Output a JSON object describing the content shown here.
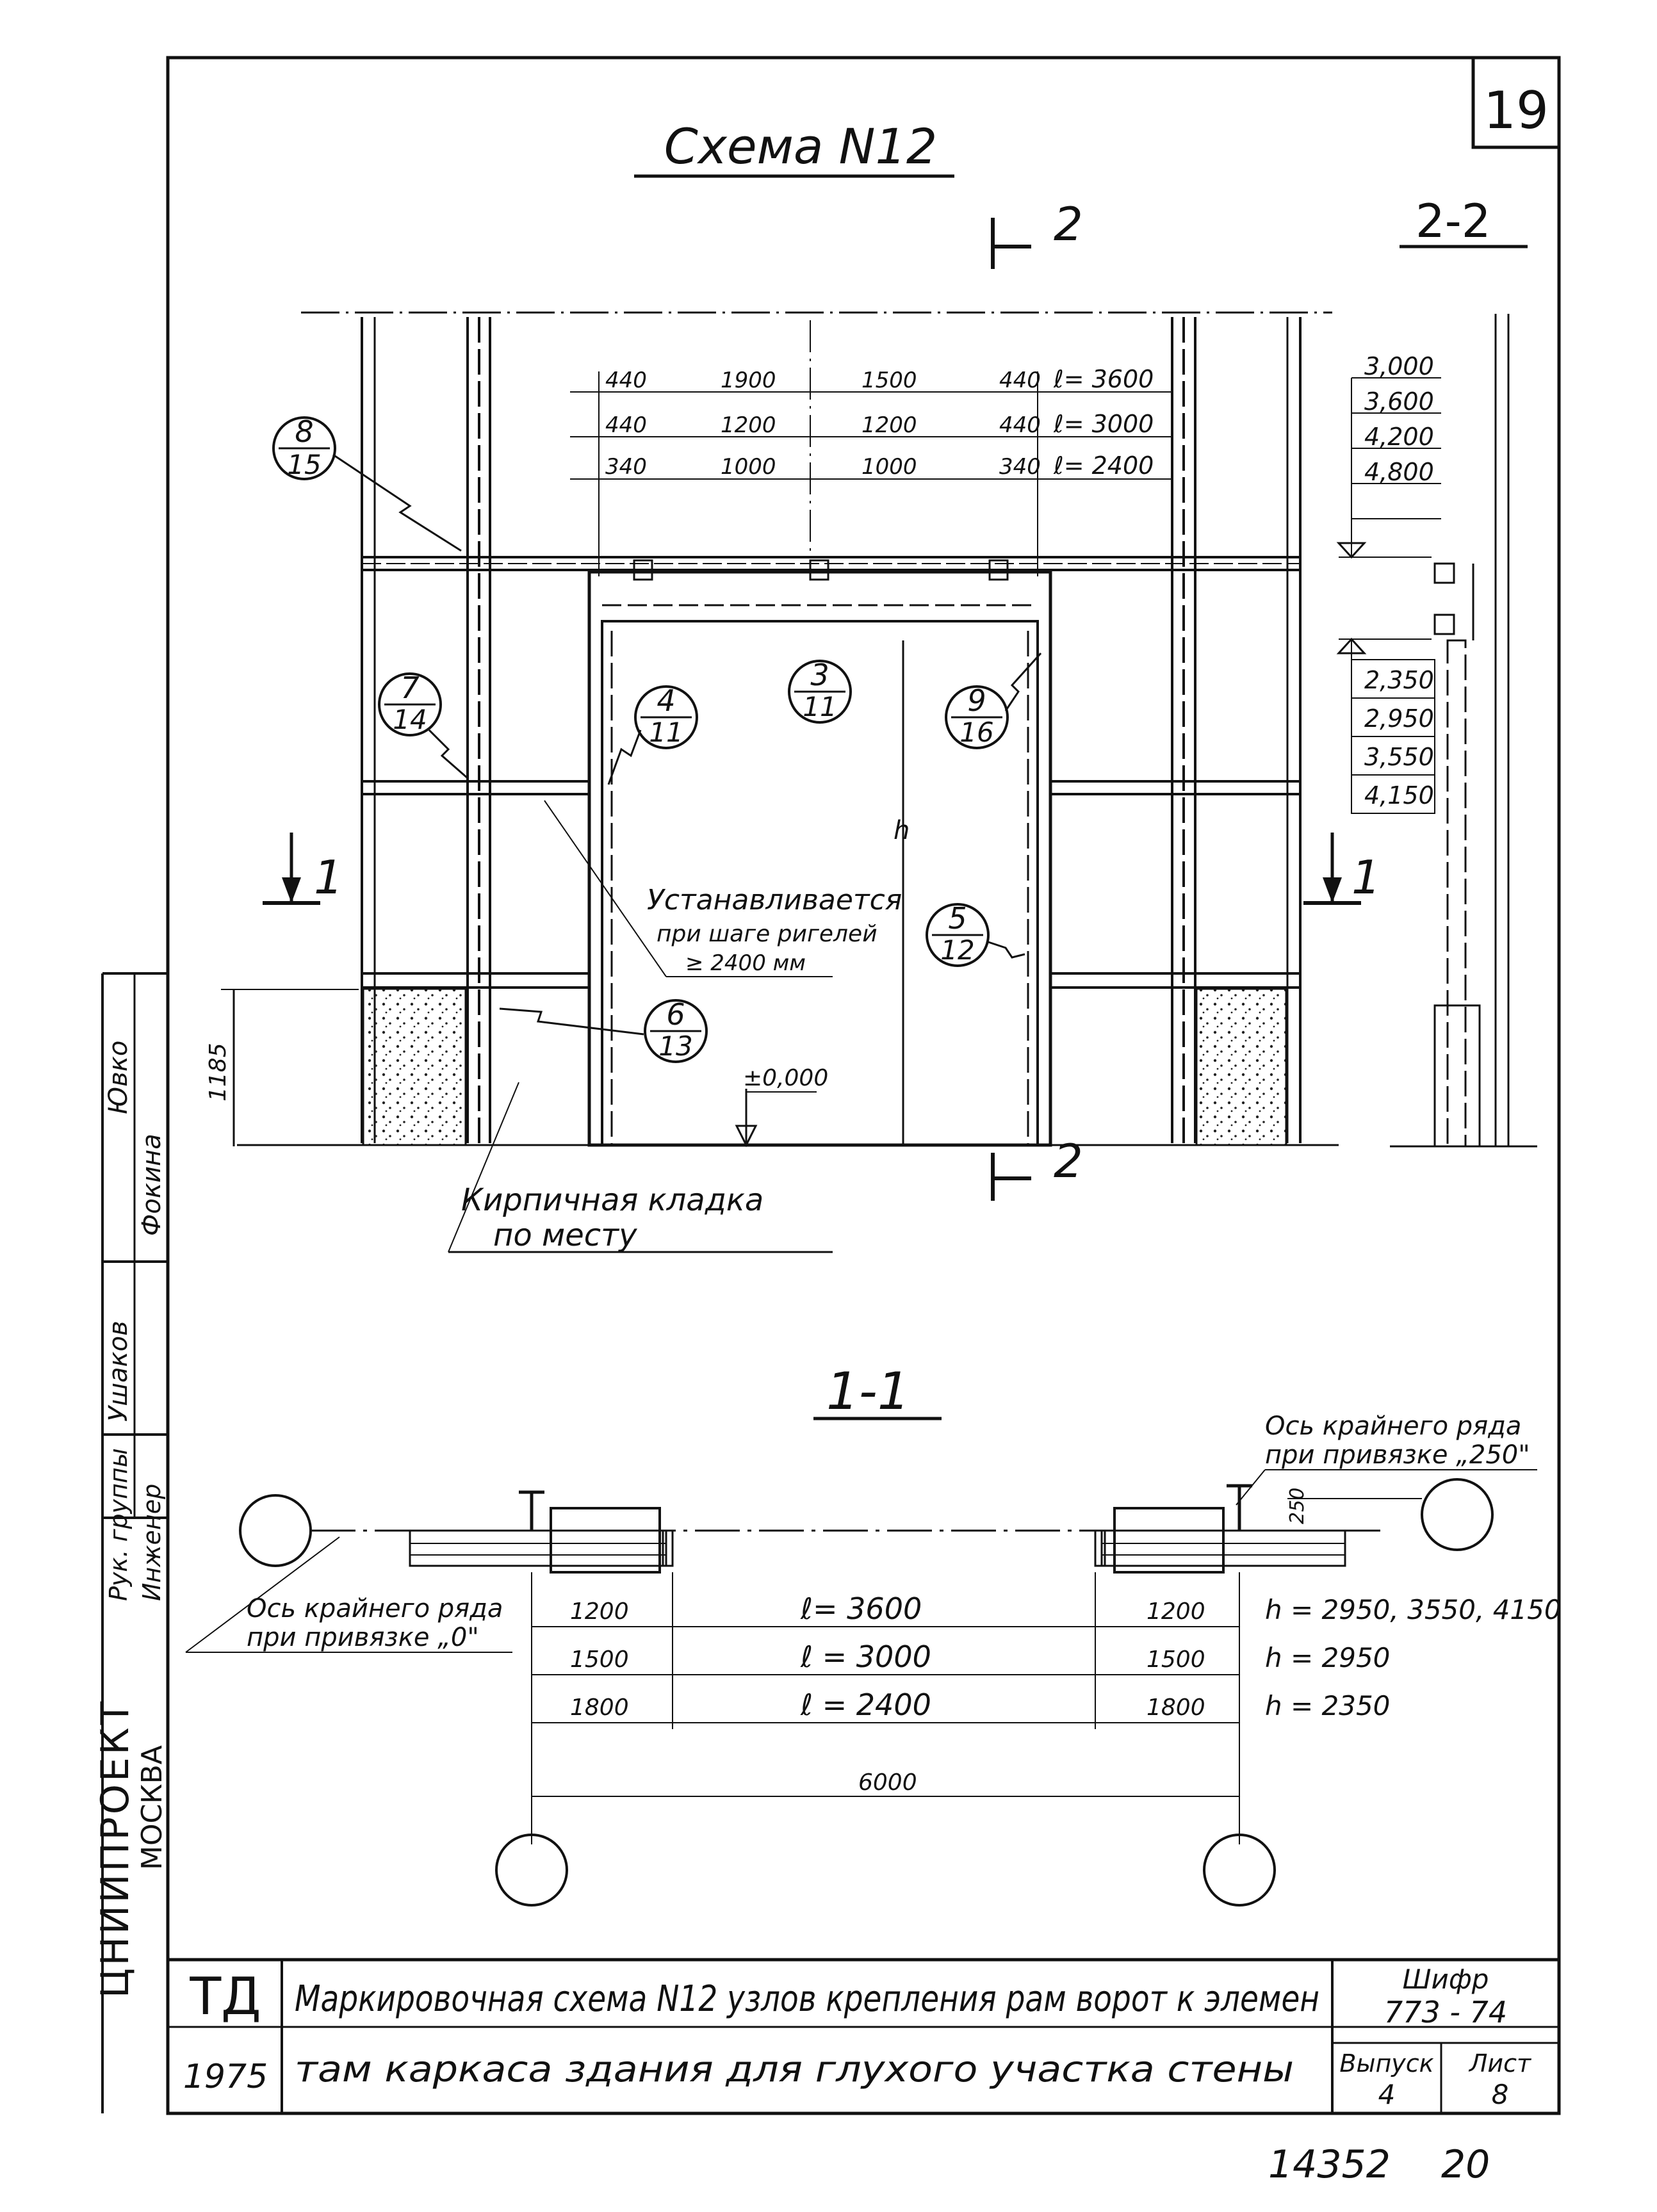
{
  "sheet": {
    "number": "19",
    "title": "Схема N12",
    "section_2_2": "2-2",
    "section_1_1": "1-1",
    "section_mark_2": "2",
    "section_mark_1": "1"
  },
  "elevation": {
    "dim_rows": [
      [
        "440",
        "1900",
        "1500",
        "440",
        "ℓ= 3600"
      ],
      [
        "440",
        "1200",
        "1200",
        "440",
        "ℓ= 3000"
      ],
      [
        "340",
        "1000",
        "1000",
        "340",
        "ℓ= 2400"
      ]
    ],
    "callouts": [
      {
        "top": "8",
        "bottom": "15"
      },
      {
        "top": "7",
        "bottom": "14"
      },
      {
        "top": "4",
        "bottom": "11"
      },
      {
        "top": "3",
        "bottom": "11"
      },
      {
        "top": "9",
        "bottom": "16"
      },
      {
        "top": "5",
        "bottom": "12"
      },
      {
        "top": "6",
        "bottom": "13"
      }
    ],
    "note_installed": [
      "Устанавливается",
      "при шаге ригелей",
      "≥ 2400 мм"
    ],
    "level_zero": "±0,000",
    "dim_1185": "1185",
    "height_mark": "h",
    "brick_note": [
      "Кирпичная кладка",
      "по месту"
    ]
  },
  "section_2_2": {
    "levels_top": [
      "3,000",
      "3,600",
      "4,200",
      "4,800"
    ],
    "levels_bottom": [
      "2,350",
      "2,950",
      "3,550",
      "4,150"
    ]
  },
  "plan_1_1": {
    "axis_right_note": [
      "Ось крайнего ряда",
      "при привязке „250\""
    ],
    "axis_left_note": [
      "Ось крайнего ряда",
      "при привязке „0\""
    ],
    "dim_250": "250",
    "rows": [
      {
        "side": "1200",
        "span": "ℓ= 3600",
        "h": "h = 2950, 3550, 4150"
      },
      {
        "side": "1500",
        "span": "ℓ = 3000",
        "h": "h = 2950"
      },
      {
        "side": "1800",
        "span": "ℓ = 2400",
        "h": "h = 2350"
      }
    ],
    "total": "6000"
  },
  "side_stamp": {
    "org_mark": "ЦНИИПРОЕКТ",
    "city": "МОСКВА",
    "roles": [
      "Рук. группы",
      "Инженер"
    ],
    "names": [
      "Ушаков",
      "Фокина"
    ],
    "chief": "Ювко"
  },
  "title_block": {
    "logo": "ТД",
    "year": "1975",
    "description_line1": "Маркировочная схема N12 узлов крепления рам ворот к элемен",
    "description_line2": "там каркаса здания для глухого участка стены",
    "code_label": "Шифр",
    "code_value": "773 - 74",
    "issue_label": "Выпуск",
    "issue_value": "4",
    "sheet_label": "Лист",
    "sheet_value": "8"
  },
  "footer": {
    "number": "14352",
    "page": "20"
  }
}
